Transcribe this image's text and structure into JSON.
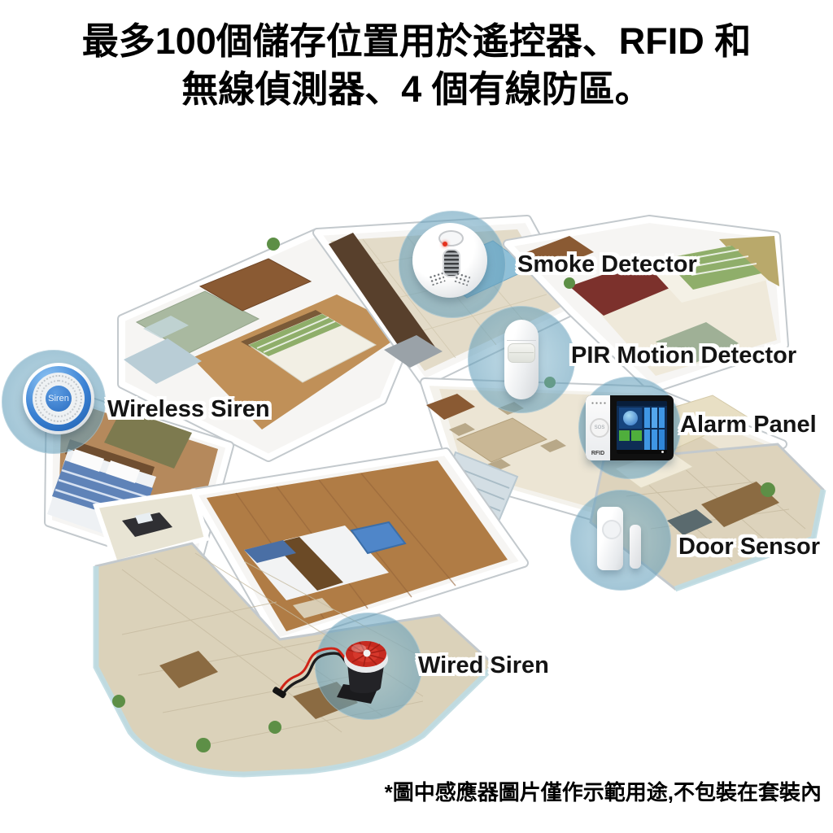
{
  "title": {
    "line1": "最多100個儲存位置用於遙控器、RFID 和",
    "line2": "無線偵測器、4 個有線防區。"
  },
  "footnote": "*圖中感應器圖片僅作示範用途,不包裝在套裝內",
  "callouts": {
    "smoke_detector": {
      "label": "Smoke Detector"
    },
    "pir_motion_detector": {
      "label": "PIR Motion Detector"
    },
    "alarm_panel": {
      "label": "Alarm Panel"
    },
    "wireless_siren": {
      "label": "Wireless Siren"
    },
    "door_sensor": {
      "label": "Door Sensor"
    },
    "wired_siren": {
      "label": "Wired Siren"
    }
  },
  "device_markings": {
    "wireless_siren_body": "Siren",
    "alarm_panel_sos": "SOS",
    "alarm_panel_rfid": "RFID"
  },
  "colors": {
    "callout_bubble": "#639eba",
    "label_text": "#141414",
    "label_outline": "#ffffff",
    "title_text": "#000000",
    "siren_blue": "#3b82d4",
    "wired_siren_red": "#c62a20",
    "panel_screen_blue": "#3f96e4",
    "panel_screen_green": "#4fae3c",
    "floor_wood": "#b5895c",
    "floor_tile": "#e3dbc8",
    "bathroom_tile": "#a9b9a0",
    "kitchen_blue": "#8fc0d8",
    "terrace_tile": "#dbd2ba"
  }
}
